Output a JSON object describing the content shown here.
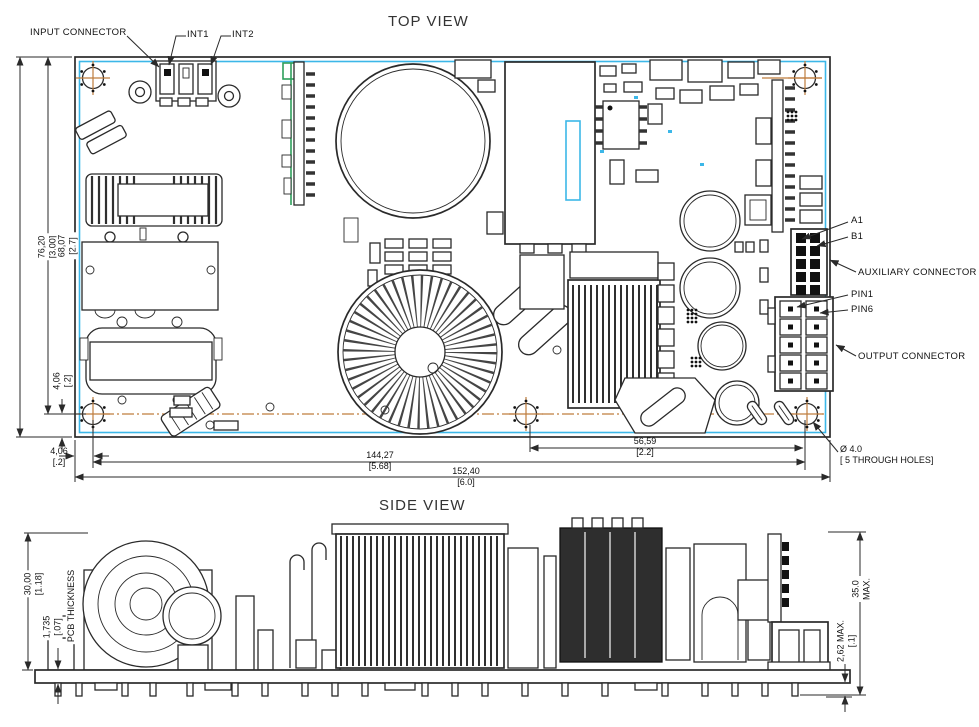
{
  "top_view": {
    "title": "TOP VIEW",
    "labels": {
      "input_connector": "INPUT CONNECTOR",
      "int1": "INT1",
      "int2": "INT2",
      "a1": "A1",
      "b1": "B1",
      "auxiliary_connector": "AUXILIARY CONNECTOR",
      "pin1": "PIN1",
      "pin6": "PIN6",
      "output_connector": "OUTPUT CONNECTOR"
    },
    "dims": {
      "height": [
        "76,20",
        "[3.00]"
      ],
      "height_to_centerline": [
        "68,07",
        "[2.7]"
      ],
      "hole_offset_vertical": [
        "4,06",
        "[.2]"
      ],
      "hole_offset_horizontal": [
        "4,06",
        "[.2]"
      ],
      "hole_span": [
        "144,27",
        "[5.68]"
      ],
      "overall_width": [
        "152,40",
        "[6.0]"
      ],
      "right_hole_span": [
        "56,59",
        "[2.2]"
      ],
      "hole_diameter": [
        "Ø 4.0",
        "[ 5 THROUGH HOLES]"
      ]
    }
  },
  "side_view": {
    "title": "SIDE VIEW",
    "dims": {
      "component_height": [
        "30,00",
        "[1.18]"
      ],
      "pcb_thickness": [
        "1,735",
        "[.07]"
      ],
      "pcb_thickness_label": "PCB THICKNESS",
      "max_height": [
        "35.0",
        "MAX."
      ],
      "lead_protrusion": [
        "2,62 MAX.",
        "[.1]"
      ]
    }
  },
  "colors": {
    "board_outline": "#3cb7e8",
    "centerline": "#bf7d3e",
    "silkscreen_accent": "#2e9e5b",
    "line": "#2a2a2a"
  }
}
